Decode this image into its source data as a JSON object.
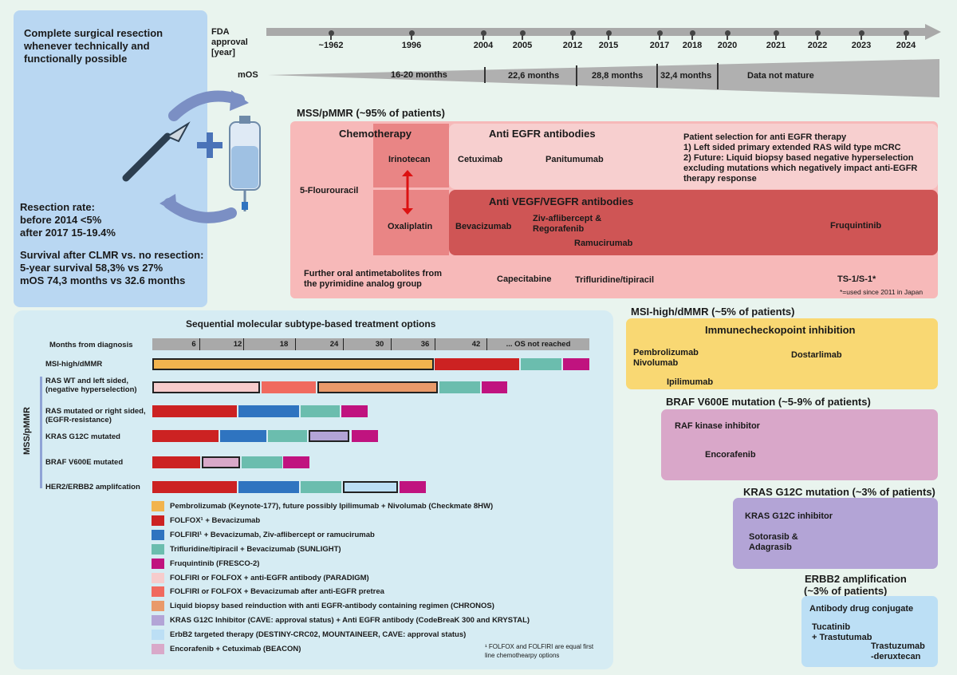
{
  "left_panel": {
    "title": "Complete surgical resection whenever technically and functionally possible",
    "resection_rate_title": "Resection rate:",
    "resection_before": "before 2014  <5%",
    "resection_after": "after 2017 15-19.4%",
    "survival_title": "Survival after CLMR vs. no resection:",
    "survival_5yr": "5-year survival 58,3% vs 27%",
    "survival_mos": "mOS 74,3 months vs 32.6 months"
  },
  "timeline": {
    "fda_label": "FDA approval [year]",
    "years": [
      "~1962",
      "1996",
      "2004",
      "2005",
      "2012",
      "2015",
      "2017",
      "2018",
      "2020",
      "2021",
      "2022",
      "2023",
      "2024"
    ],
    "mos_label": "mOS",
    "mos_segments": [
      "16-20 months",
      "22,6 months",
      "28,8 months",
      "32,4 months",
      "Data not mature"
    ]
  },
  "mss": {
    "header": "MSS/pMMR (~95% of patients)",
    "chemo_title": "Chemotherapy",
    "fu": "5-Flourouracil",
    "irinotecan": "Irinotecan",
    "oxaliplatin": "Oxaliplatin",
    "egfr_title": "Anti EGFR antibodies",
    "cetuximab": "Cetuximab",
    "panitumumab": "Panitumumab",
    "selection_title": "Patient selection for anti EGFR therapy",
    "selection_1": "1) Left sided primary extended RAS wild type mCRC",
    "selection_2": "2) Future: Liquid biopsy based negative hyperselection excluding mutations which negatively impact anti-EGFR therapy response",
    "vegf_title": "Anti VEGF/VEGFR antibodies",
    "bevacizumab": "Bevacizumab",
    "ziv": "Ziv-aflibercept & Regorafenib",
    "ramucirumab": "Ramucirumab",
    "fruquintinib": "Fruquintinib",
    "oral_title": "Further oral antimetabolites from the pyrimidine analog group",
    "capecitabine": "Capecitabine",
    "trifluridine": "Trifluridine/tipiracil",
    "ts1": "TS-1/S-1*",
    "footnote": "*=used since 2011 in Japan"
  },
  "sequential": {
    "title": "Sequential molecular subtype-based treatment options",
    "axis_label": "Months from diagnosis",
    "axis_ticks": [
      "6",
      "12",
      "18",
      "24",
      "30",
      "36",
      "42",
      "... OS not reached"
    ],
    "mss_side_label": "MSS/pMMR",
    "rows": [
      "MSI-high/dMMR",
      "RAS WT and left sided, (negative hyperselection)",
      "RAS mutated or right sided, (EGFR-resistance)",
      "KRAS G12C mutated",
      "BRAF V600E mutated",
      "HER2/ERBB2 amplifcation"
    ],
    "legend": [
      {
        "color": "#f2b44e",
        "label": "Pembrolizumab (Keynote-177), future possibly Ipilimumab + Nivolumab (Checkmate 8HW)"
      },
      {
        "color": "#cc2222",
        "label": "FOLFOX¹ + Bevacizumab"
      },
      {
        "color": "#2f74c0",
        "label": "FOLFIRI¹ + Bevacizumab, Ziv-aflibercept or ramucirumab"
      },
      {
        "color": "#6bbdae",
        "label": "Trifluridine/tipiracil + Bevacizumab (SUNLIGHT)"
      },
      {
        "color": "#c0137f",
        "label": "Fruquintinib (FRESCO-2)"
      },
      {
        "color": "#f6cccc",
        "label": "FOLFIRI or FOLFOX + anti-EGFR antibody (PARADIGM)"
      },
      {
        "color": "#f06a5f",
        "label": "FOLFIRI or FOLFOX + Bevacizumab after anti-EGFR pretrea"
      },
      {
        "color": "#e99a6a",
        "label": "Liquid biopsy based reinduction with anti EGFR-antibody containing regimen (CHRONOS)"
      },
      {
        "color": "#b3a4d6",
        "label": "KRAS G12C Inhibitor (CAVE: approval status) + Anti EGFR antibody (CodeBreaK 300 and KRYSTAL)"
      },
      {
        "color": "#bcdff5",
        "label": "ErbB2 targeted therapy (DESTINY-CRC02, MOUNTAINEER, CAVE: approval status)"
      },
      {
        "color": "#d9a9c9",
        "label": "Encorafenib + Cetuximab (BEACON)"
      }
    ],
    "legend_footnote": "¹ FOLFOX and FOLFIRI are equal first line chemothearpy options"
  },
  "right": {
    "msi_header": "MSI-high/dMMR (~5% of patients)",
    "msi_box_title": "Immunecheckopoint inhibition",
    "pembrolizumab": "Pembrolizumab",
    "nivolumab": "Nivolumab",
    "dostarlimab": "Dostarlimab",
    "ipilimumab": "Ipilimumab",
    "braf_header": "BRAF V600E mutation (~5-9% of patients)",
    "raf_title": "RAF kinase inhibitor",
    "encorafenib": "Encorafenib",
    "kras_header": "KRAS G12C mutation (~3% of patients)",
    "kras_title": "KRAS G12C inhibitor",
    "sotorasib": "Sotorasib &",
    "adagrasib": "Adagrasib",
    "erbb2_header": "ERBB2 amplification",
    "erbb2_sub": "(~3% of patients)",
    "adc_title": "Antibody drug conjugate",
    "tucatinib": "Tucatinib",
    "trastutumab": "+ Trastutumab",
    "trastuzumab": "Trastuzumab",
    "deruxtecan": "-deruxtecan"
  }
}
